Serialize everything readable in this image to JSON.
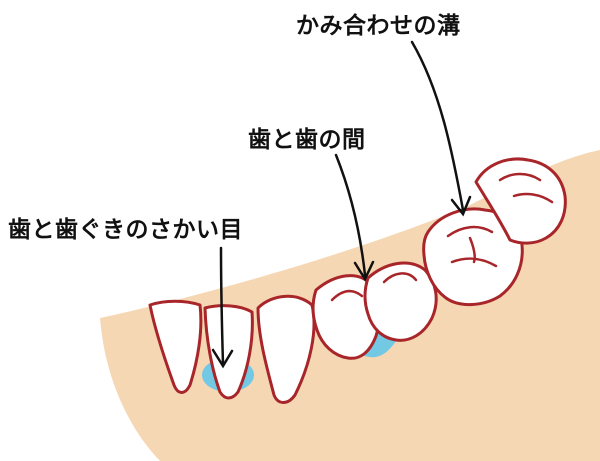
{
  "labels": {
    "occlusal_groove": "かみ合わせの溝",
    "between_teeth": "歯と歯の間",
    "gum_boundary": "歯と歯ぐきのさかい目"
  },
  "colors": {
    "gum": "#F6D7B4",
    "tooth_outline": "#A8262A",
    "tooth_fill": "#FFFFFF",
    "highlight": "#5CC6EC",
    "arrow": "#111111",
    "text": "#111111"
  }
}
